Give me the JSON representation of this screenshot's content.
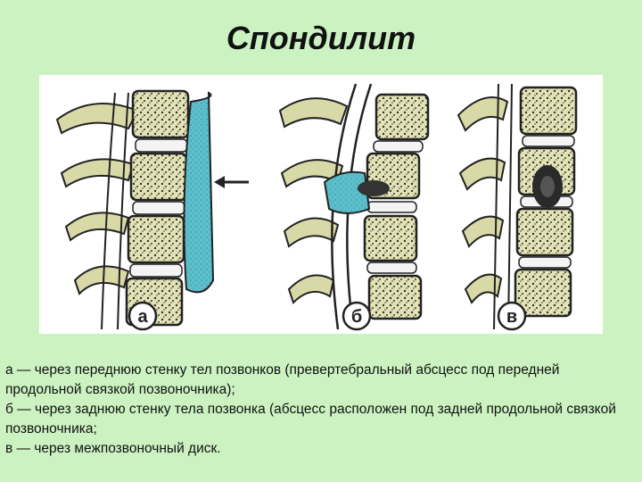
{
  "title": "Спондилит",
  "figure": {
    "panel_labels": [
      "а",
      "б",
      "в"
    ]
  },
  "caption": [
    "а — через переднюю стенку тел позвонков (превертебральный абсцесс под передней продольной связкой позвоночника);",
    "б — через заднюю стенку тела позвонка (абсцесс расположен под задней продольной связкой позвоночника;",
    "в — через межпозвоночный диск."
  ],
  "colors": {
    "background": "#ccf2c2",
    "abscess": "#5bbfcc",
    "bone_fill": "#d9d9a8",
    "outline": "#222222"
  }
}
